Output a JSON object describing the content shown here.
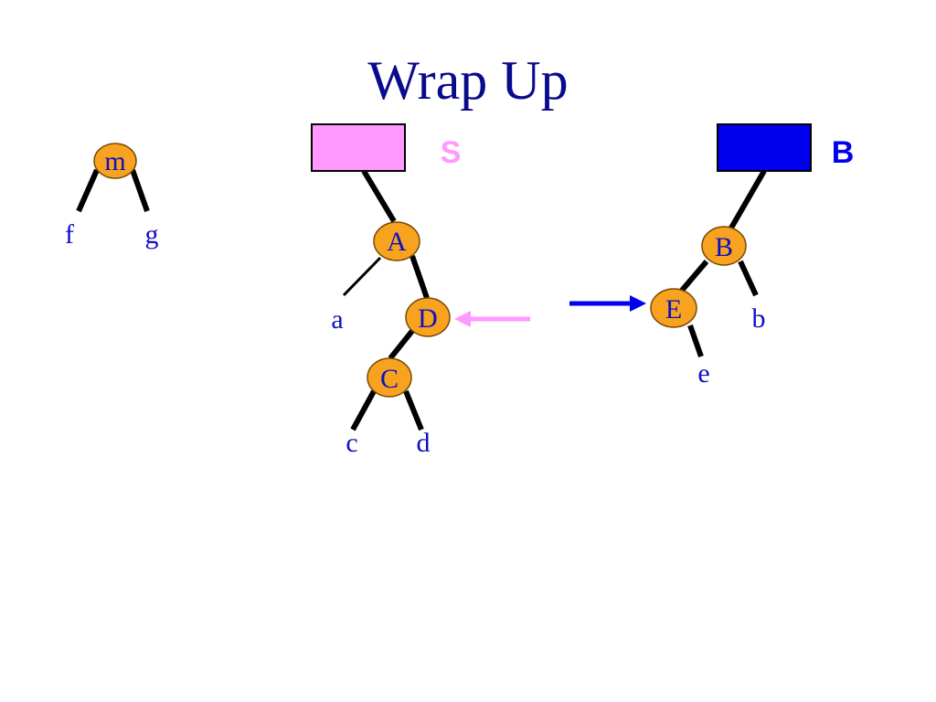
{
  "slide": {
    "title": "Wrap Up"
  },
  "colors": {
    "title_text": "#0a0a8c",
    "node_fill": "#f7a31f",
    "node_stroke": "#7a4a00",
    "edge": "#000000",
    "label_text": "#1010c0",
    "s_box_fill": "#ff99ff",
    "s_label": "#ff99ff",
    "s_arrow": "#ff99ff",
    "b_box_fill": "#0000ee",
    "b_label": "#0000ee",
    "b_arrow": "#0000ee"
  },
  "small_tree": {
    "root": "m",
    "left_leaf": "f",
    "right_leaf": "g"
  },
  "s_tree": {
    "box_label": "S",
    "node_a": "A",
    "node_d": "D",
    "node_c": "C",
    "leaf_a": "a",
    "leaf_c": "c",
    "leaf_d": "d"
  },
  "b_tree": {
    "box_label": "B",
    "node_b": "B",
    "node_e": "E",
    "leaf_b": "b",
    "leaf_e": "e"
  }
}
